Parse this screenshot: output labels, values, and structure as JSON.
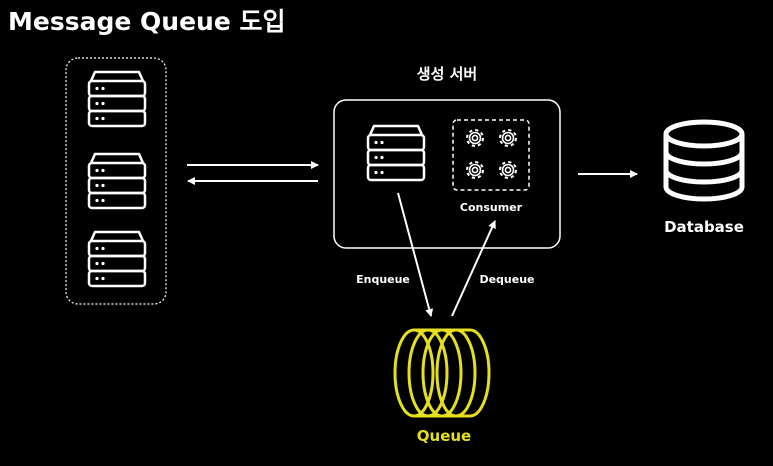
{
  "title": "Message Queue 도입",
  "producer_server": {
    "title": "생성 서버",
    "consumer_label": "Consumer"
  },
  "flows": {
    "enqueue_label": "Enqueue",
    "dequeue_label": "Dequeue"
  },
  "queue": {
    "label": "Queue"
  },
  "database": {
    "label": "Database"
  },
  "colors": {
    "background": "#000000",
    "foreground": "#ffffff",
    "queue_accent": "#e6df1e"
  }
}
